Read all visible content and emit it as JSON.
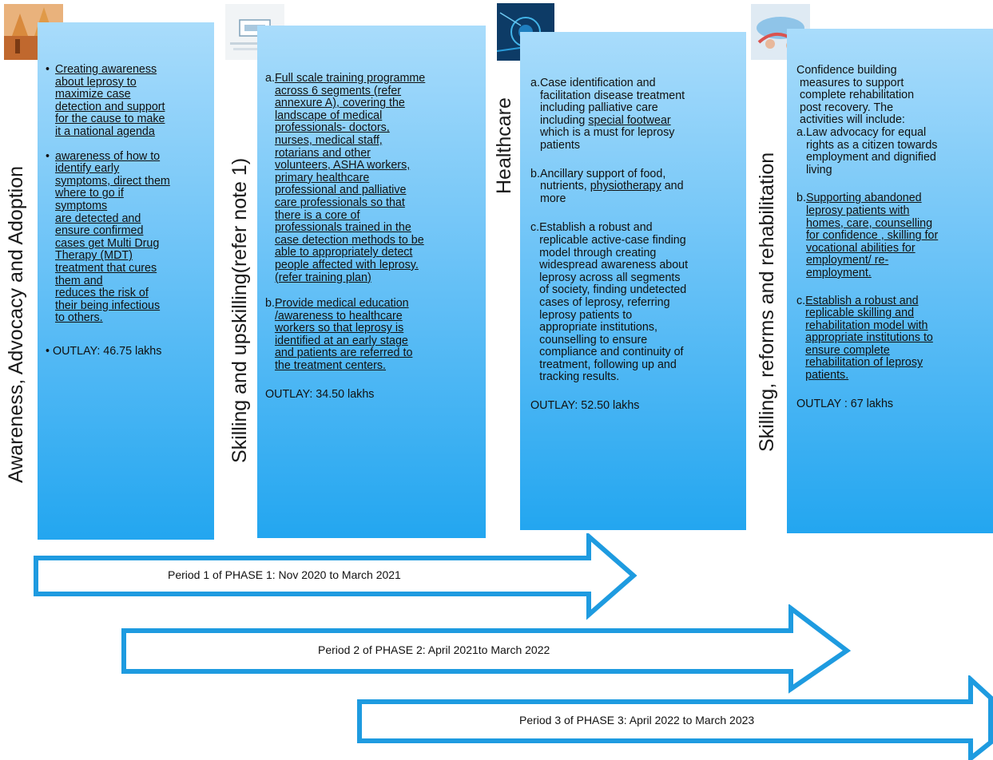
{
  "columns": [
    {
      "label": "Awareness, Advocacy and Adoption",
      "bullets": [
        {
          "marker": "•",
          "lines": [
            "Creating awareness",
            "about leprosy to",
            "maximize case",
            "detection and support",
            "for the cause to make",
            "it a national agenda"
          ]
        },
        {
          "marker": "•",
          "lines": [
            "awareness of how to",
            "identify early",
            "symptoms, direct them",
            "where to go if",
            "symptoms",
            "are detected and",
            "ensure confirmed",
            "cases get Multi Drug",
            "Therapy (MDT)",
            "treatment that cures",
            "them and",
            "reduces the risk of",
            "their being infectious",
            "to others."
          ]
        }
      ],
      "outlay": "• OUTLAY: 46.75 lakhs"
    },
    {
      "label": "Skilling and upskilling(refer note 1)",
      "items": [
        {
          "marker": "a.",
          "lines": [
            "Full scale training programme",
            "across 6 segments (refer",
            "annexure A), covering the",
            "landscape of medical",
            "professionals- doctors,",
            "nurses, medical staff,",
            "rotarians and other",
            "volunteers, ASHA workers,",
            "primary healthcare",
            "professional and palliative",
            "care professionals so that",
            "there is a core of",
            "professionals trained in the",
            "case detection methods to be",
            "able to appropriately detect",
            "people affected with leprosy.",
            "(refer training plan)"
          ]
        },
        {
          "marker": "b.",
          "lines": [
            "Provide medical education",
            "/awareness to healthcare",
            "workers so that leprosy is",
            "identified at an early stage",
            "and patients are referred to",
            "the treatment centers."
          ]
        }
      ],
      "outlay": "OUTLAY: 34.50 lakhs"
    },
    {
      "label": "Healthcare",
      "items": [
        {
          "marker": "a.",
          "lines": [
            "Case identification and",
            "facilitation disease treatment",
            "including palliative care",
            "including special footwear",
            "which is a must for leprosy",
            "patients"
          ]
        },
        {
          "marker": "b.",
          "lines": [
            "Ancillary support of food,",
            "nutrients, physiotherapy and",
            "more"
          ]
        },
        {
          "marker": "c.",
          "lines": [
            "Establish a robust and",
            "replicable active-case finding",
            "model through creating",
            "widespread awareness about",
            "leprosy across all segments",
            "of society, finding undetected",
            "cases of leprosy, referring",
            "leprosy patients to",
            "appropriate institutions,",
            "counselling to ensure",
            "compliance and continuity of",
            "treatment, following up and",
            "tracking results."
          ]
        }
      ],
      "outlay": "OUTLAY: 52.50 lakhs"
    },
    {
      "label": "Skilling, reforms and rehabilitation",
      "intro": [
        "Confidence building",
        "measures to support",
        "complete rehabilitation",
        "post recovery.  The",
        "activities will include:"
      ],
      "items": [
        {
          "marker": "a.",
          "lines": [
            "Law advocacy for equal",
            "rights as a citizen towards",
            "employment and dignified",
            "living"
          ]
        },
        {
          "marker": "b.",
          "lines": [
            "Supporting abandoned",
            "leprosy patients with",
            "homes, care, counselling",
            "for confidence , skilling for",
            "vocational abilities for",
            "employment/ re-",
            "employment."
          ]
        },
        {
          "marker": "c.",
          "lines": [
            "Establish a robust and",
            "replicable skilling and",
            "rehabilitation model with",
            "appropriate institutions to",
            "ensure complete",
            "rehabilitation of leprosy",
            "patients."
          ]
        }
      ],
      "outlay": "OUTLAY : 67 lakhs"
    }
  ],
  "phases": [
    "Period 1 of PHASE 1: Nov 2020 to March 2021",
    "Period 2 of PHASE 2: April 2021to March 2022",
    "Period 3 of PHASE 3: April 2022 to March 2023"
  ],
  "colors": {
    "panel_top": "#a9dcfb",
    "panel_bottom": "#23a6f0",
    "arrow_stroke": "#1e9be0"
  }
}
